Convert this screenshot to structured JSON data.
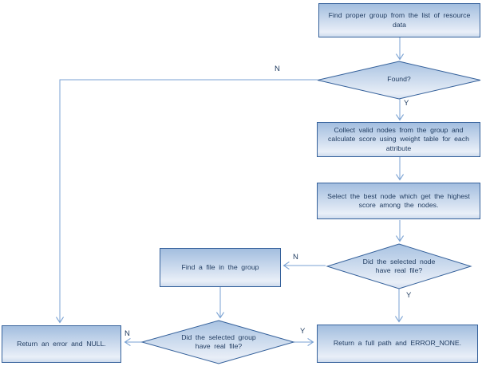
{
  "flowchart": {
    "nodes": {
      "find_group": "Find proper group from the list of resource data",
      "found": "Found?",
      "collect_nodes": "Collect valid nodes from the group and calculate score using weight table for each attribute",
      "select_best": "Select the best node which get the highest score among the nodes.",
      "node_has_file": "Did the selected node have real file?",
      "find_file": "Find a file in the group",
      "group_has_file": "Did the selected group have real file?",
      "return_error": "Return an error and NULL.",
      "return_full_path": "Return a full path and ERROR_NONE."
    },
    "edge_labels": {
      "found_no": "N",
      "found_yes": "Y",
      "node_file_no": "N",
      "node_file_yes": "Y",
      "group_file_no": "N",
      "group_file_yes": "Y"
    },
    "colors": {
      "shape_fill_top": "#a3bedf",
      "shape_fill_bottom": "#e9eff8",
      "shape_border": "#35619b",
      "connector": "#7aa2d3",
      "text": "#1e3a5f",
      "background": "#ffffff"
    }
  }
}
